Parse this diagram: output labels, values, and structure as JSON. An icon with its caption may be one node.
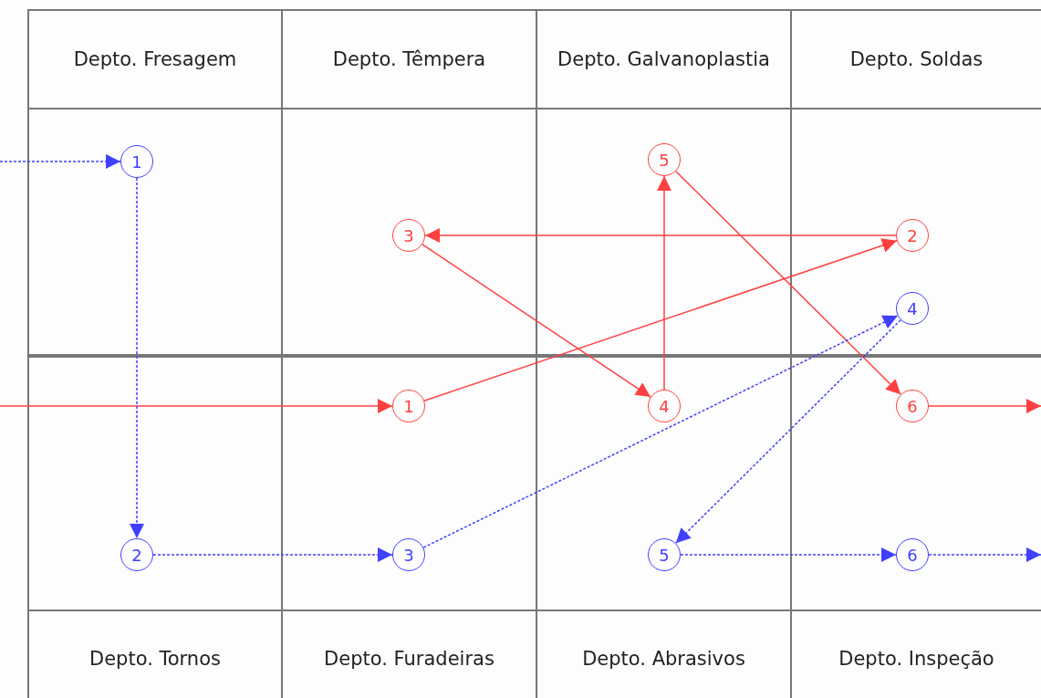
{
  "diagram": {
    "nodes": [
      {
        "text": [
          "Depto. Fresagem"
        ]
      },
      {
        "text": [
          "1"
        ],
        "in": 0
      },
      {
        "text": [
          "Depto. Têmpera"
        ]
      },
      {
        "text": [
          "3"
        ],
        "in": 2
      },
      {
        "text": [
          "Depto. Galvanoplastia"
        ]
      },
      {
        "text": [
          "5"
        ],
        "in": 4
      },
      {
        "text": [
          "Depto. Soldas"
        ]
      },
      {
        "text": [
          "2"
        ],
        "in": 6
      },
      {
        "text": [
          "4"
        ],
        "in": 6
      },
      {
        "text": [
          "Depto. Tornos"
        ]
      },
      {
        "text": [
          "2"
        ],
        "in": 9
      },
      {
        "text": [
          "Depto. Furadeiras"
        ]
      },
      {
        "text": [
          "1"
        ],
        "in": 11
      },
      {
        "text": [
          "3"
        ],
        "in": 11
      },
      {
        "text": [
          "Depto. Abrasivos"
        ]
      },
      {
        "text": [
          "4"
        ],
        "in": 14
      },
      {
        "text": [
          "5"
        ],
        "in": 14
      },
      {
        "text": [
          "Depto. Inspeção"
        ]
      },
      {
        "text": [
          "6"
        ],
        "in": 17
      },
      {
        "text": [
          "6"
        ],
        "in": 17
      }
    ],
    "edges": [
      {
        "from": null,
        "to": 12,
        "arrow": "to",
        "color": "#ff4040"
      },
      {
        "from": 12,
        "to": 7,
        "arrow": "to",
        "color": "#ff4040"
      },
      {
        "from": 7,
        "to": 3,
        "arrow": "to",
        "color": "#ff4040"
      },
      {
        "from": 3,
        "to": 15,
        "arrow": "to",
        "color": "#ff4040"
      },
      {
        "from": 15,
        "to": 5,
        "arrow": "to",
        "color": "#ff4040"
      },
      {
        "from": 5,
        "to": 18,
        "arrow": "to",
        "color": "#ff4040"
      },
      {
        "from": 18,
        "to": null,
        "arrow": "to",
        "color": "#ff4040"
      },
      {
        "from": null,
        "to": 1,
        "arrow": "to",
        "style": "dashed",
        "color": "#4040ff"
      },
      {
        "from": 1,
        "to": 10,
        "arrow": "to",
        "style": "dashed",
        "color": "#4040ff"
      },
      {
        "from": 10,
        "to": 13,
        "arrow": "to",
        "style": "dashed",
        "color": "#4040ff"
      },
      {
        "from": 13,
        "to": 8,
        "arrow": "to",
        "style": "dashed",
        "color": "#4040ff"
      },
      {
        "from": 8,
        "to": 16,
        "arrow": "to",
        "style": "dashed",
        "color": "#4040ff"
      },
      {
        "from": 16,
        "to": 19,
        "arrow": "to",
        "style": "dashed",
        "color": "#4040ff"
      },
      {
        "from": 19,
        "to": null,
        "arrow": "to",
        "style": "dashed",
        "color": "#4040ff"
      }
    ]
  }
}
